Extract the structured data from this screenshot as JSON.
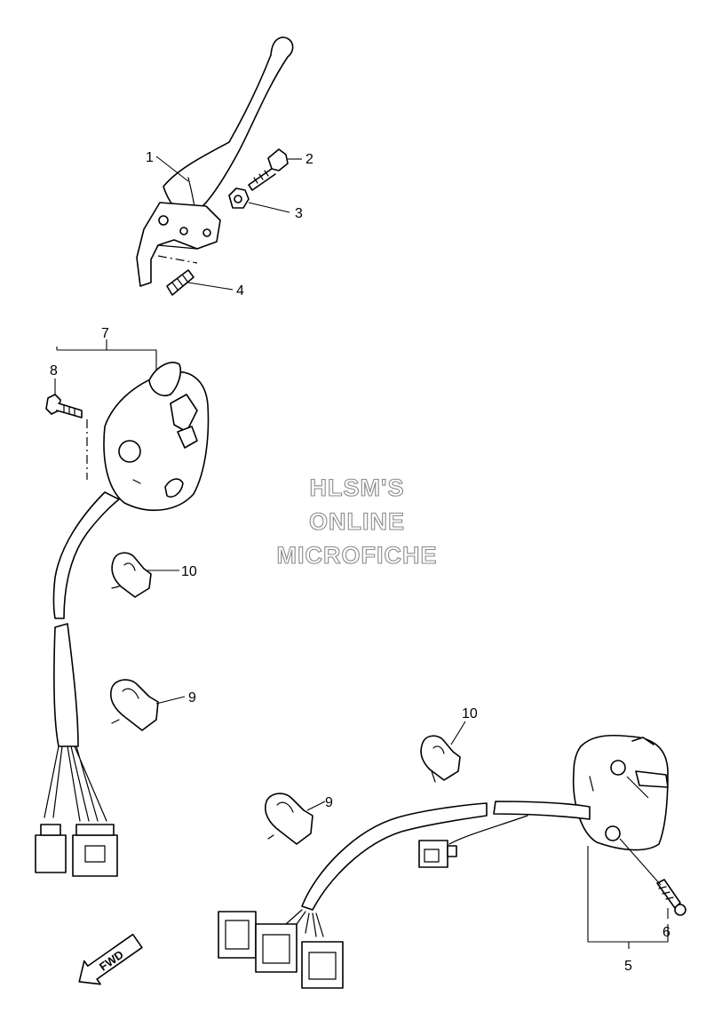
{
  "callouts": {
    "c1": "1",
    "c2": "2",
    "c3": "3",
    "c4": "4",
    "c5": "5",
    "c6": "6",
    "c7": "7",
    "c8": "8",
    "c9a": "9",
    "c9b": "9",
    "c10a": "10",
    "c10b": "10"
  },
  "watermark": {
    "line1": "HLSM'S",
    "line2": "ONLINE",
    "line3": "MICROFICHE"
  },
  "fwd_arrow": {
    "label": "FWD"
  }
}
